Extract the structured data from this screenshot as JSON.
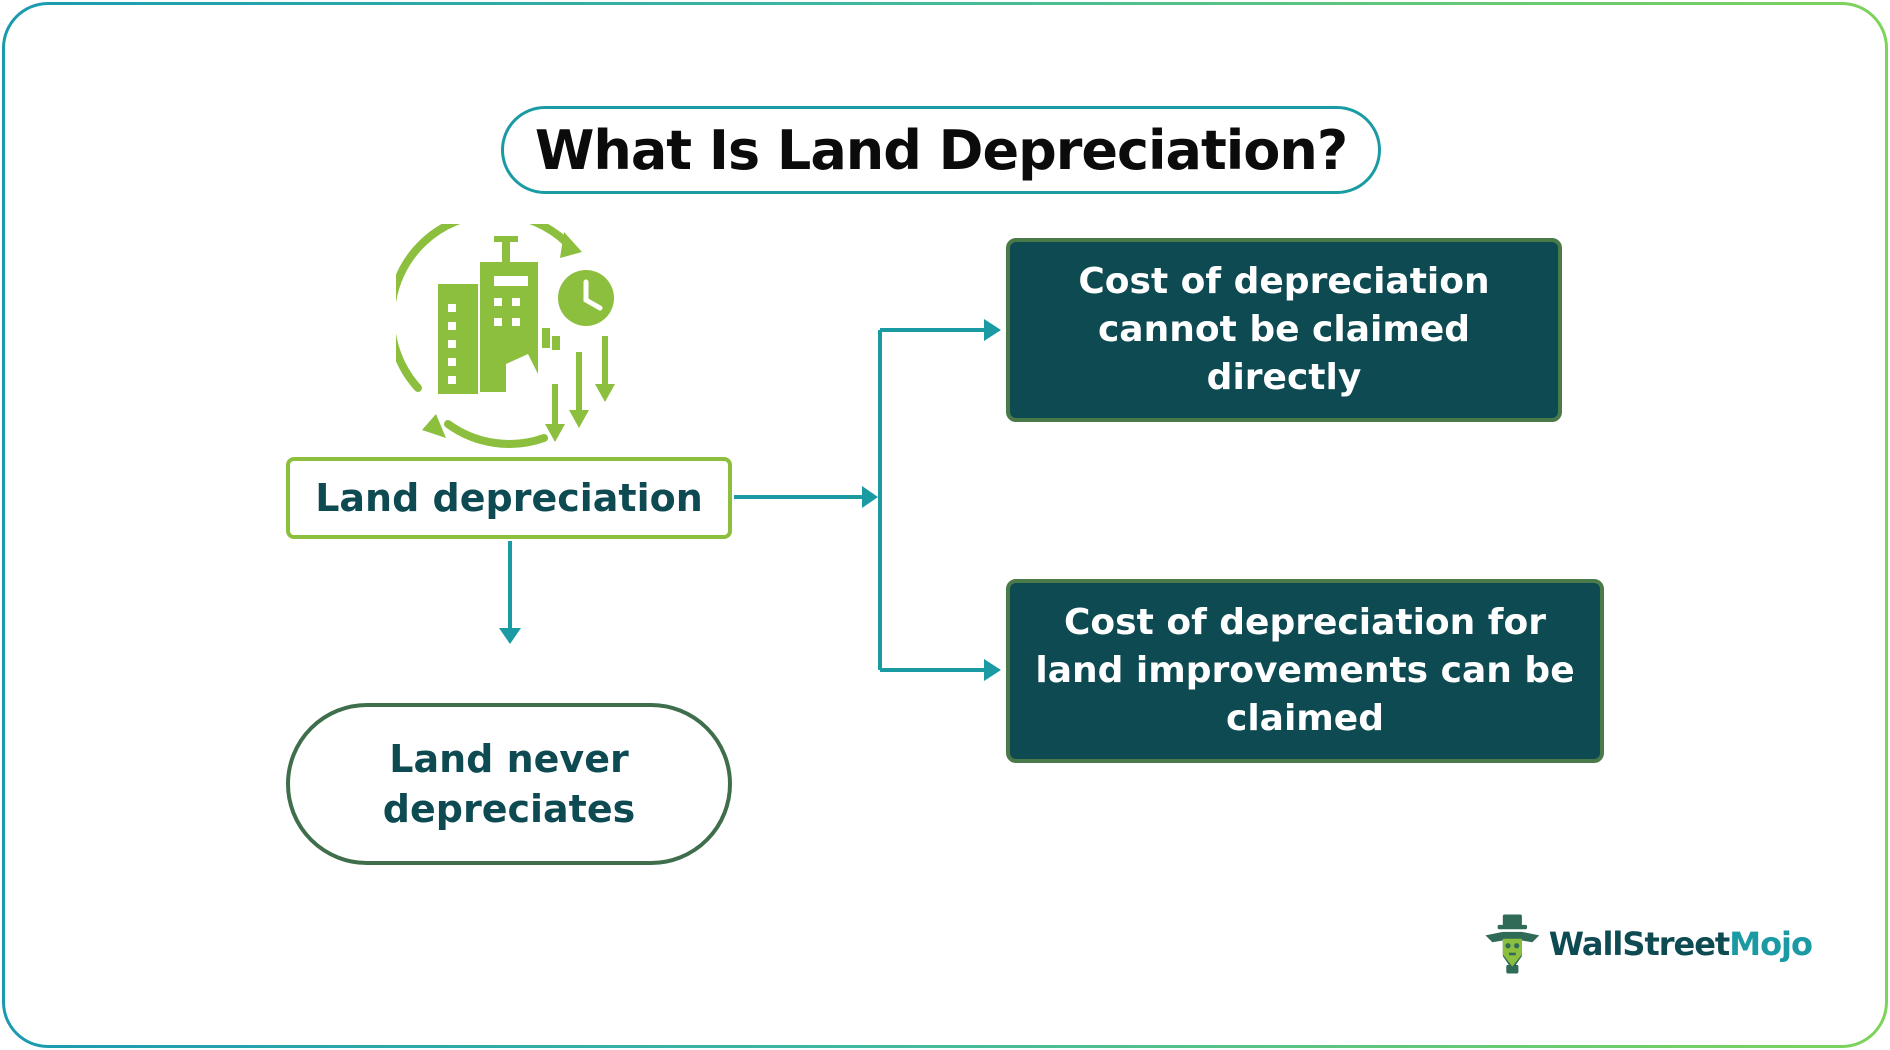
{
  "title": "What Is Land Depreciation?",
  "nodes": {
    "land_depreciation": "Land depreciation",
    "land_never": "Land never depreciates",
    "cost_cannot": "Cost of depreciation cannot be claimed directly",
    "cost_improvements": "Cost of depreciation for land improvements can be claimed"
  },
  "icons": {
    "main": "building-depreciation-icon",
    "logo": "wallstreetmojo-mascot-icon"
  },
  "logo": {
    "part1": "WallStreet",
    "part2": "Mojo"
  },
  "colors": {
    "teal_dark": "#0e4a52",
    "teal_line": "#1a9aa3",
    "green_light": "#8dbf3f",
    "green_dark": "#3f6e4b"
  }
}
